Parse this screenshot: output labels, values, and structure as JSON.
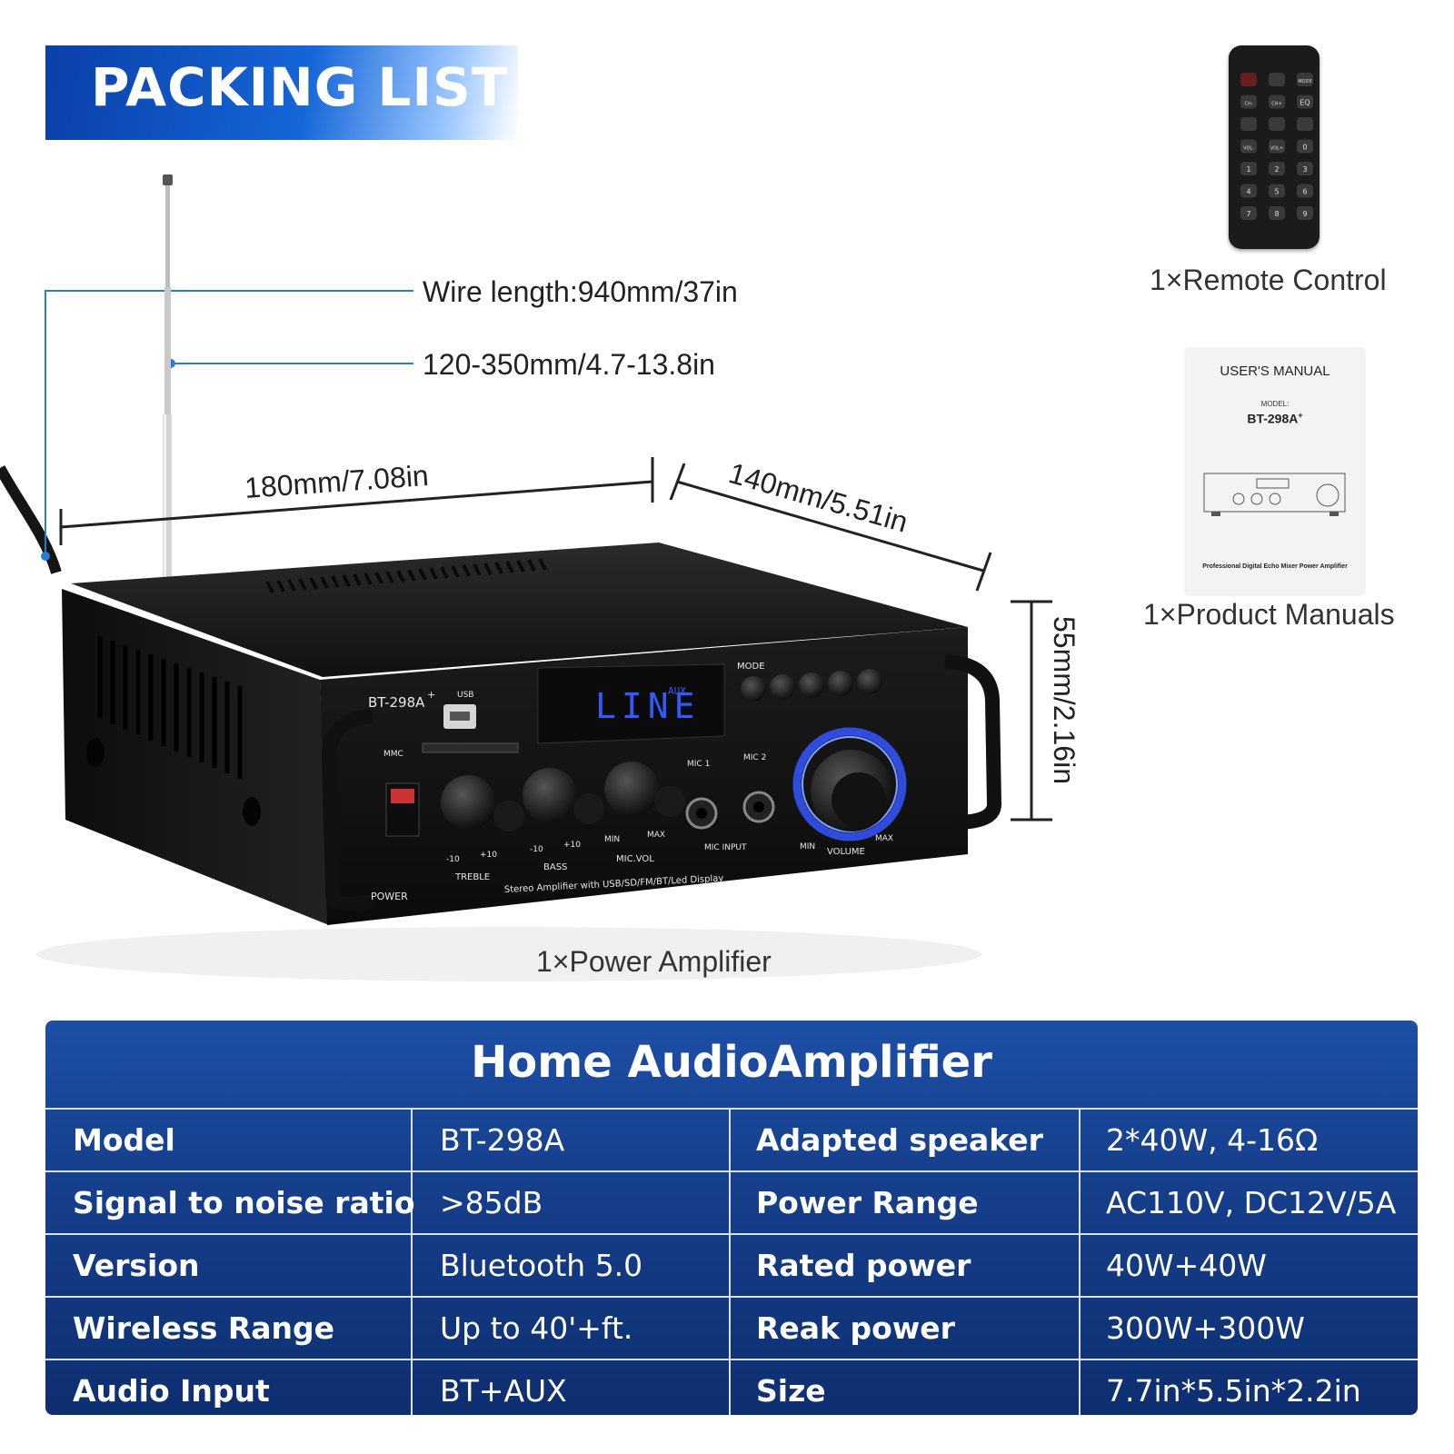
{
  "banner": {
    "title": "PACKING LIST"
  },
  "annotations": {
    "wire_length": "Wire length:940mm/37in",
    "antenna_length": "120-350mm/4.7-13.8in",
    "width": "180mm/7.08in",
    "depth": "140mm/5.51in",
    "height": "55mm/2.16in"
  },
  "items": {
    "remote": "1×Remote Control",
    "manual": "1×Product Manuals",
    "amplifier": "1×Power Amplifier"
  },
  "manual": {
    "title": "USER'S MANUAL",
    "model_label": "MODEL:",
    "model": "BT-298A",
    "model_sup": "+",
    "footer": "Professional Digital Echo Mixer Power Amplifier"
  },
  "remote_buttons": [
    "",
    "",
    "MODE",
    "CH-",
    "CH+",
    "EQ",
    "",
    "",
    "",
    "VOL-",
    "VOL+",
    "0",
    "1",
    "2",
    "3",
    "4",
    "5",
    "6",
    "7",
    "8",
    "9"
  ],
  "device": {
    "model": "BT-298A",
    "model_sup": "+",
    "usb": "USB",
    "mmc": "MMC",
    "display": "LINE",
    "display_small": "AUX",
    "mode": "MODE",
    "treble": "TREBLE",
    "bass": "BASS",
    "mic_vol": "MIC.VOL",
    "mic1": "MIC 1",
    "mic2": "MIC 2",
    "mic_input": "MIC INPUT",
    "volume": "VOLUME",
    "min": "MIN",
    "max": "MAX",
    "minus10": "-10",
    "plus10": "+10",
    "power": "POWER",
    "tagline": "Stereo Amplifier with USB/SD/FM/BT/Led Display"
  },
  "spec": {
    "title": "Home AudioAmplifier",
    "rows": [
      {
        "k1": "Model",
        "v1": "BT-298A",
        "k2": "Adapted speaker",
        "v2": "2*40W, 4-16Ω"
      },
      {
        "k1": "Signal to noise ratio",
        "v1": ">85dB",
        "k2": "Power Range",
        "v2": "AC110V, DC12V/5A"
      },
      {
        "k1": "Version",
        "v1": "Bluetooth 5.0",
        "k2": "Rated power",
        "v2": "40W+40W"
      },
      {
        "k1": "Wireless Range",
        "v1": "Up to 40'+ft.",
        "k2": "Reak power",
        "v2": "300W+300W"
      },
      {
        "k1": "Audio Input",
        "v1": "BT+AUX",
        "k2": "Size",
        "v2": "7.7in*5.5in*2.2in"
      }
    ]
  },
  "colors": {
    "banner": "#1566d8",
    "table": "#163f8c",
    "leader": "#2a7bd6",
    "display": "#2f5bff"
  }
}
